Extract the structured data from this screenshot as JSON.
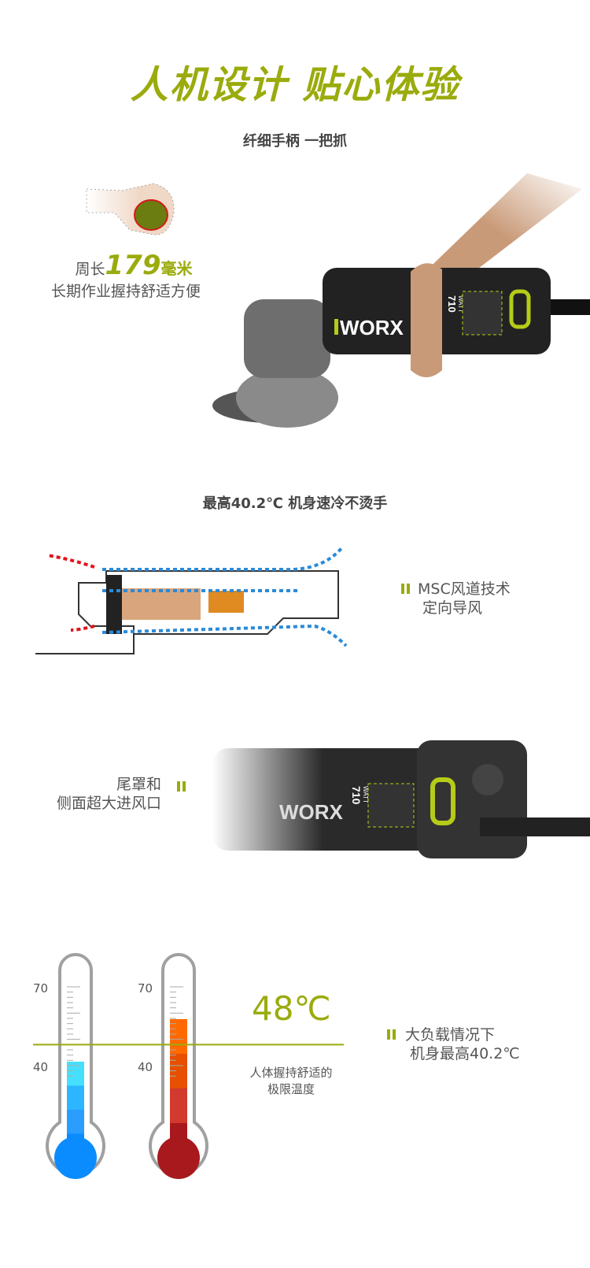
{
  "title": "人机设计 贴心体验",
  "section1": {
    "subtitle": "纤细手柄 一把抓",
    "circ_prefix": "周长",
    "circ_value": "179",
    "circ_unit": "毫米",
    "desc": "长期作业握持舒适方便",
    "brand": "WORX",
    "watt": "710",
    "watt_unit": "WATT"
  },
  "section2": {
    "subtitle": "最高40.2℃ 机身速冷不烫手",
    "label_line1": "MSC风道技术",
    "label_line2": "定向导风"
  },
  "section3": {
    "label_line1": "尾罩和",
    "label_line2": "侧面超大进风口",
    "brand": "WORX",
    "watt": "710",
    "watt_unit": "WATT"
  },
  "section4": {
    "thermo_left": {
      "tick_high": "70",
      "tick_low": "40",
      "level": 41.5
    },
    "thermo_right": {
      "tick_high": "70",
      "tick_low": "40",
      "level": 57.7
    },
    "limit_value": 48,
    "limit_label": "48℃",
    "limit_desc_1": "人体握持舒适的",
    "limit_desc_2": "极限温度",
    "label_line1": "大负载情况下",
    "label_line2": "机身最高40.2℃"
  },
  "colors": {
    "accent": "#9aab0c",
    "blue": "#0a8cff",
    "red": "#a8191d",
    "orange": "#ff6a00"
  }
}
